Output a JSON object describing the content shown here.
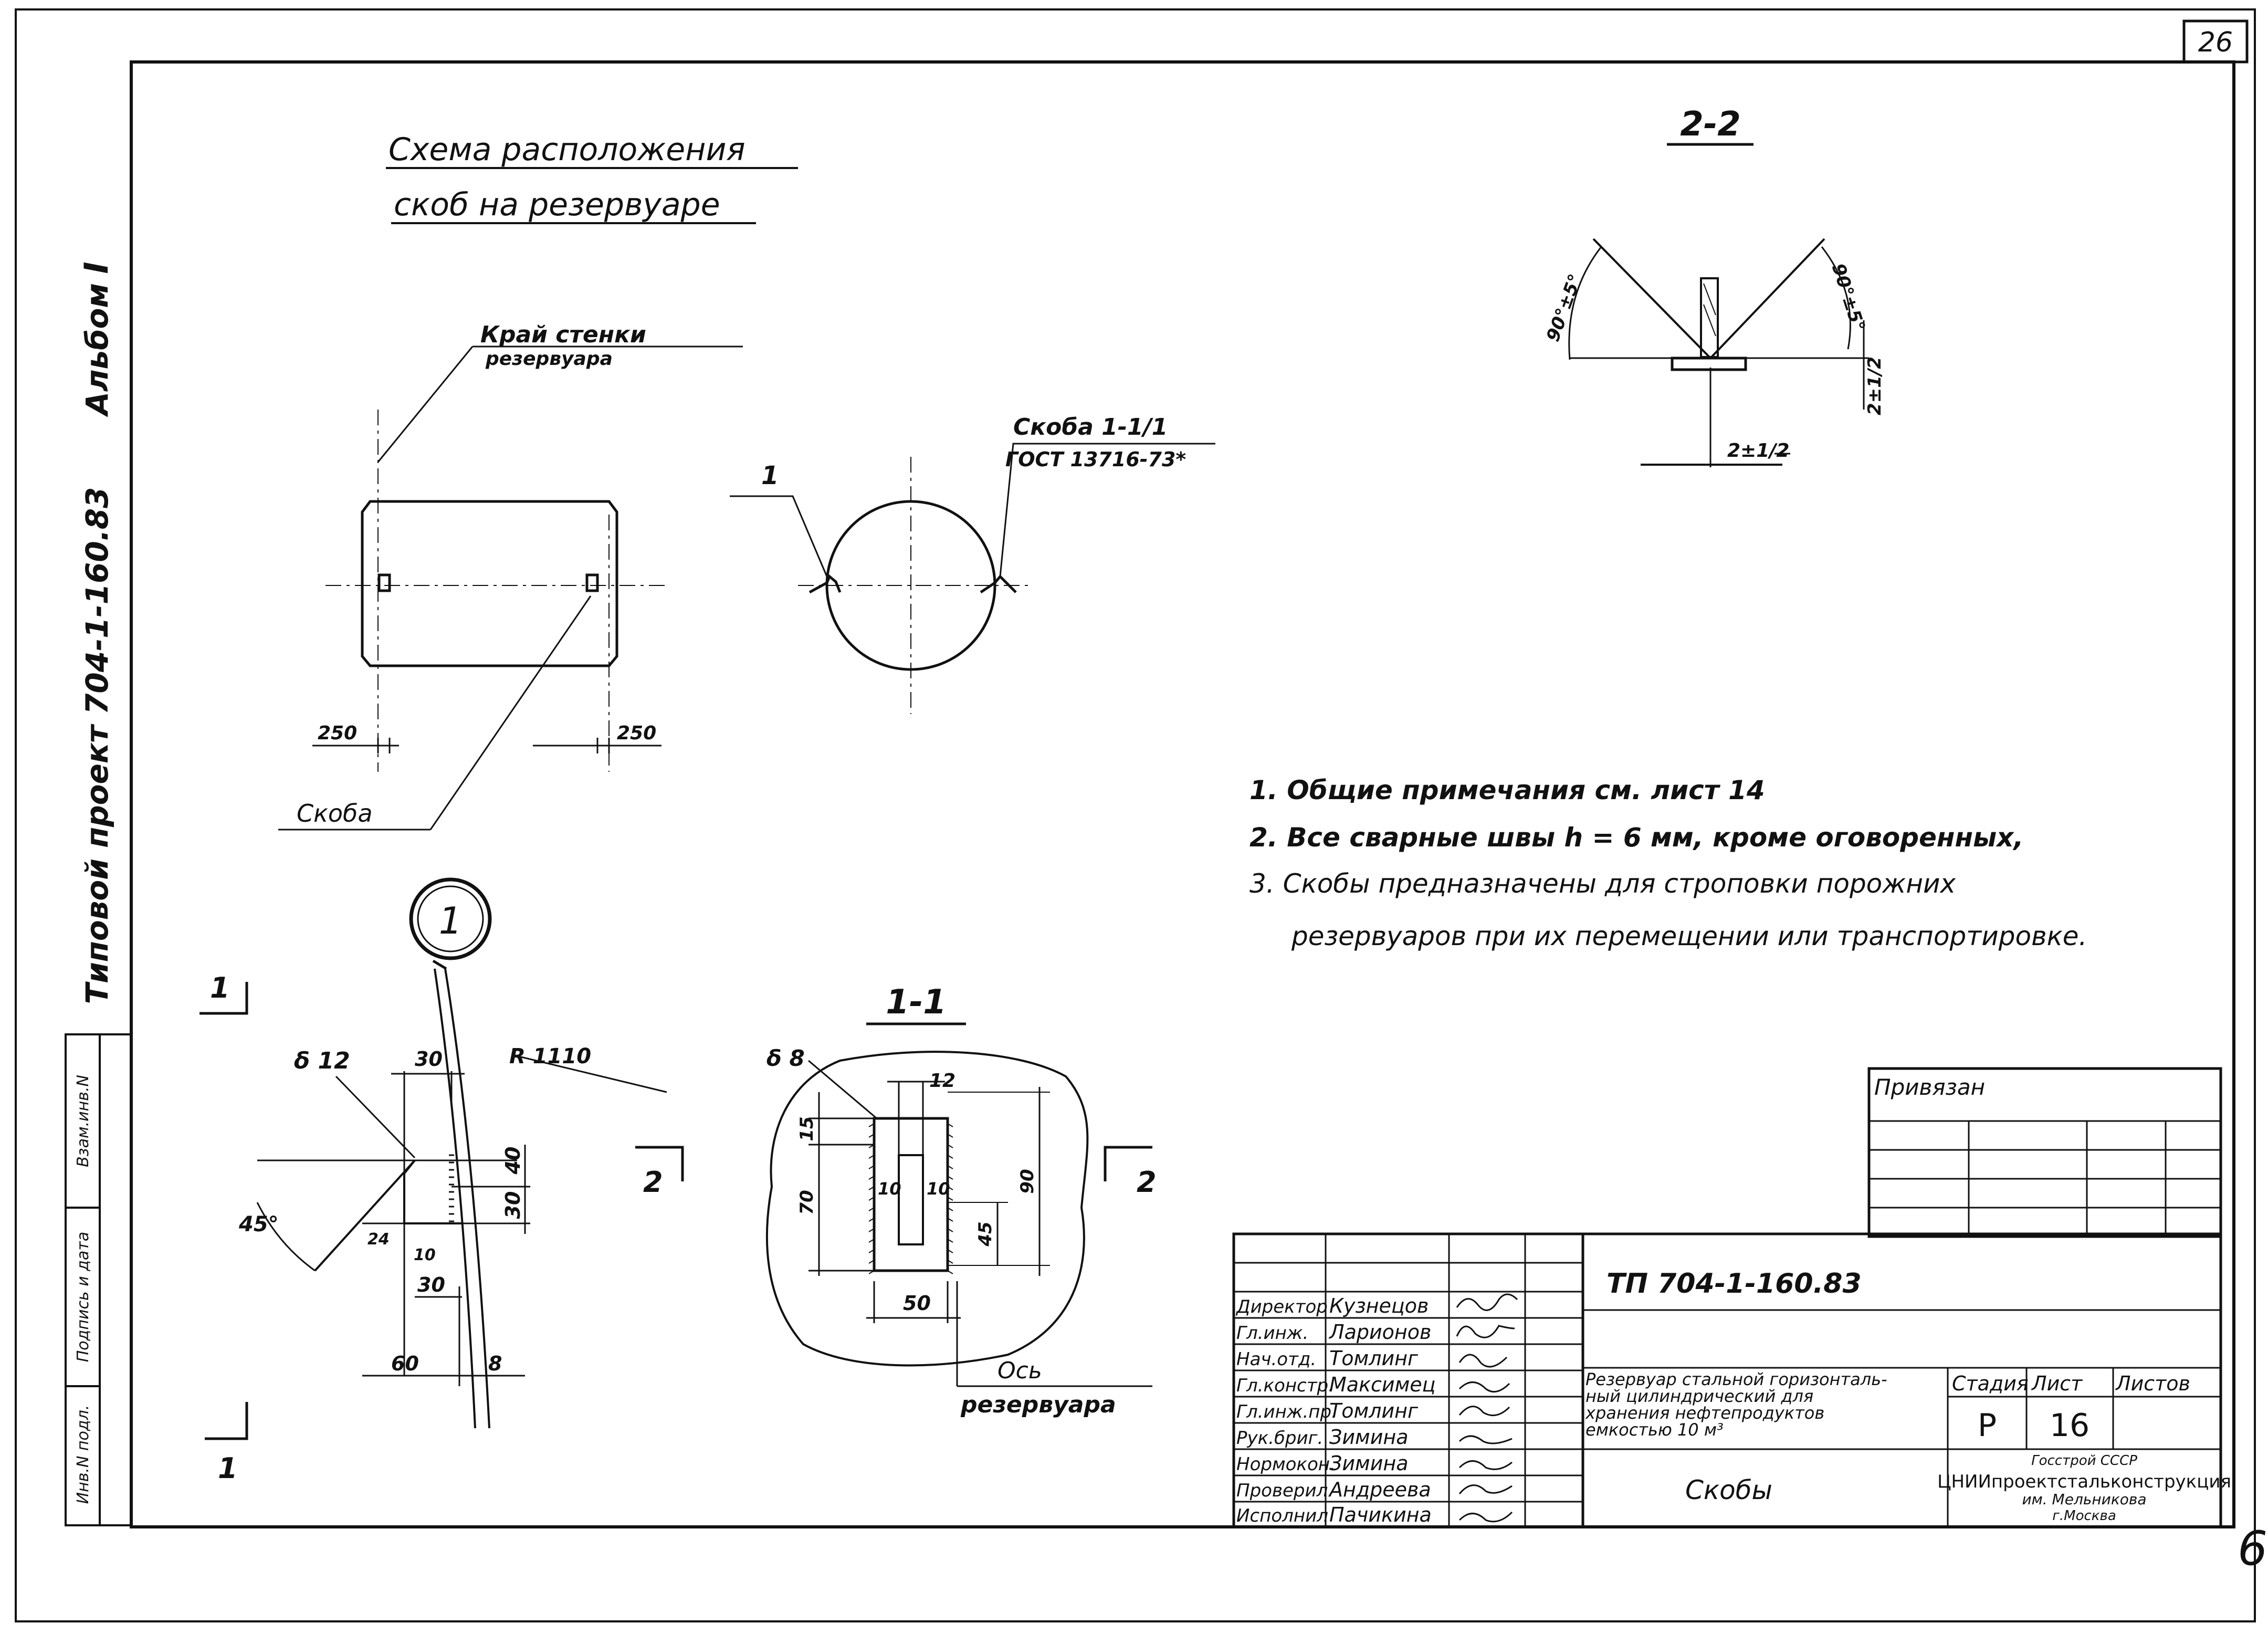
{
  "sheet": {
    "sheet_number": "26",
    "ink_color": "#111111",
    "paper_color": "#ffffff",
    "marginal_note": "6"
  },
  "margin": {
    "album": "Альбом",
    "album_numeral": "I",
    "project": "Типовой   проект 704-1-160.83",
    "stamp_cells": [
      "Инв.N подл.",
      "Подпись и дата",
      "Взам.инв.N"
    ]
  },
  "scheme": {
    "title_line1": "Схема   расположения",
    "title_line2": "скоб  на  резервуаре",
    "edge_label_line1": "Край  стенки",
    "edge_label_line2": "резервуара",
    "dim_left": "250",
    "dim_right": "250",
    "bracket_label": "Скоба",
    "circle_mark": "1",
    "standard_line1": "Скоба 1-1/1",
    "standard_line2": "ГОСТ 13716-73*",
    "callout": "1"
  },
  "section_22": {
    "title": "2-2",
    "angle_left": "90°±5°",
    "angle_right": "90°±5°",
    "dim_side": "2±1/2",
    "dim_bottom": "2±1/2"
  },
  "notes": [
    "1.  Общие примечания  см. лист  14",
    "2.  Все сварные швы  h = 6 мм, кроме оговоренных,",
    "3.  Скобы предназначены для строповки порожних",
    "резервуаров при их перемещении или транспортировке."
  ],
  "detail": {
    "cut_left_top": "1",
    "cut_left_bottom": "1",
    "dim_30_top": "30",
    "radius": "R 1110",
    "thickness": "δ 12",
    "angle": "45°",
    "dim_40": "40",
    "dim_30_side": "30",
    "dim_24": "24",
    "dim_10": "10",
    "dim_30_low": "30",
    "dim_60": "60",
    "dim_8": "8"
  },
  "section_11": {
    "title": "1-1",
    "thickness": "δ 8",
    "dim_12": "12",
    "dim_15": "15",
    "dim_70": "70",
    "dim_10a": "10",
    "dim_10b": "10",
    "dim_45": "45",
    "dim_90": "90",
    "dim_50": "50",
    "cut_left": "2",
    "cut_right": "2",
    "axis_line1": "Ось",
    "axis_line2": "резервуара"
  },
  "tie_in": {
    "label": "Привязан"
  },
  "title_block": {
    "code": "ТП 704-1-160.83",
    "roles": [
      "Директор",
      "Гл.инж.",
      "Нач.отд.",
      "Гл.констр.",
      "Гл.инж.пр.",
      "Рук.бриг.",
      "Нормокон.",
      "Проверил",
      "Исполнил"
    ],
    "names": [
      "Кузнецов",
      "Ларионов",
      "Томлинг",
      "Максимец",
      "Томлинг",
      "Зимина",
      "Зимина",
      "Андреева",
      "Пачикина"
    ],
    "description_lines": [
      "Резервуар стальной горизонталь-",
      "ный цилиндрический для",
      "хранения нефтепродуктов",
      "емкостью   10 м³"
    ],
    "drawing_name": "Скобы",
    "stage_label": "Стадия",
    "sheet_label": "Лист",
    "sheets_label": "Листов",
    "stage": "Р",
    "sheet": "16",
    "org_top": "Госстрой СССР",
    "org_main": "ЦНИИпроектстальконструкция",
    "org_sub": "им. Мельникова",
    "org_city": "г.Москва"
  }
}
